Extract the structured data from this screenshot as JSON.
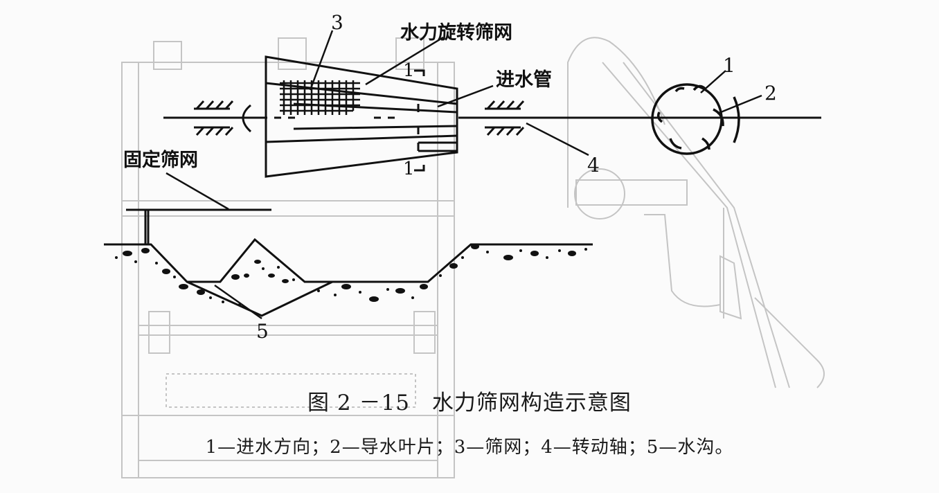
{
  "labels": {
    "rotating_screen": "水力旋转筛网",
    "inlet_pipe": "进水管",
    "fixed_screen": "固定筛网",
    "n1": "1",
    "n2": "2",
    "n3": "3",
    "n4": "4",
    "n5": "5",
    "sec_top": "1",
    "sec_bottom": "1"
  },
  "caption": "图 2 －15　水力筛网构造示意图",
  "legend": "1—进水方向；2—导水叶片；3—筛网；4—转动轴；5—水沟。",
  "colors": {
    "ink": "#111111",
    "faint": "#bdbdbd"
  }
}
